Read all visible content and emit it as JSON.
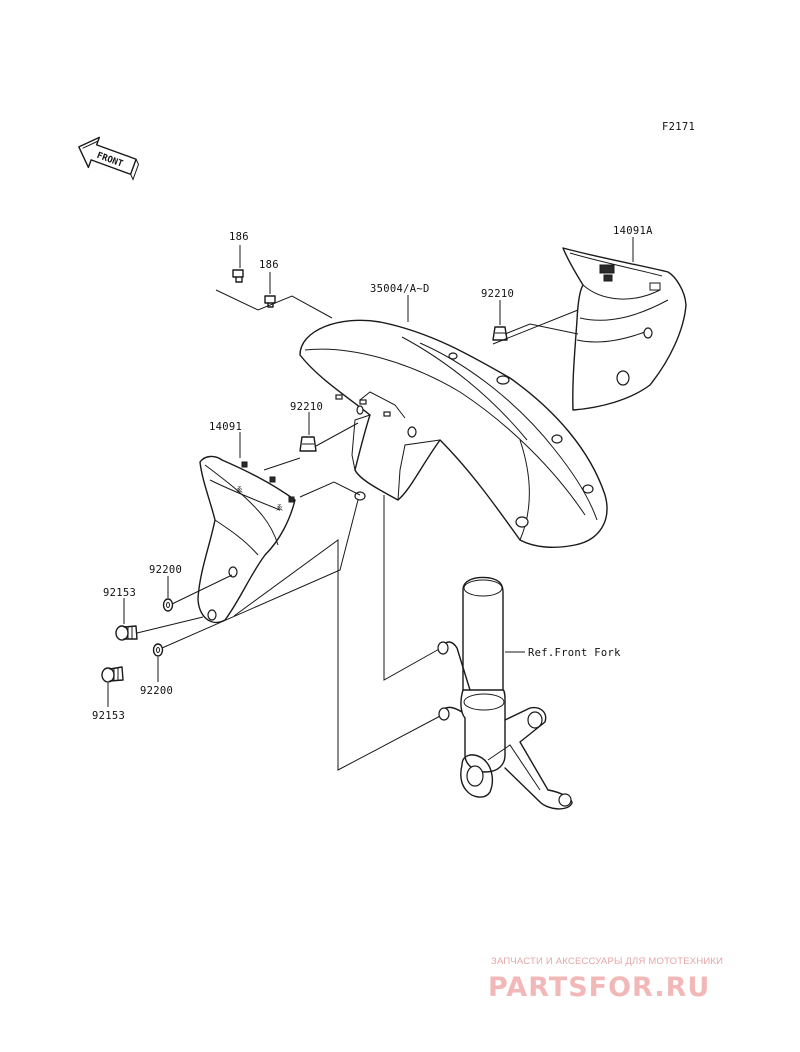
{
  "diagram": {
    "figure_code": "F2171",
    "front_arrow_label": "FRONT",
    "reference_label": "Ref.Front Fork",
    "part_labels": {
      "bolt_upper_left": "186",
      "bolt_upper_right": "186",
      "front_fender": "35004/A~D",
      "clip_upper": "92210",
      "right_cover": "14091A",
      "clip_lower": "92210",
      "left_cover": "14091",
      "washer_upper": "92200",
      "bolt_lower_upper": "92153",
      "washer_lower": "92200",
      "bolt_lower": "92153"
    }
  },
  "watermark": {
    "tagline": "ЗАПЧАСТИ И АКСЕССУАРЫ ДЛЯ МОТОТЕХНИКИ",
    "site": "PARTSFOR.RU",
    "color": "#f2b8b8"
  }
}
